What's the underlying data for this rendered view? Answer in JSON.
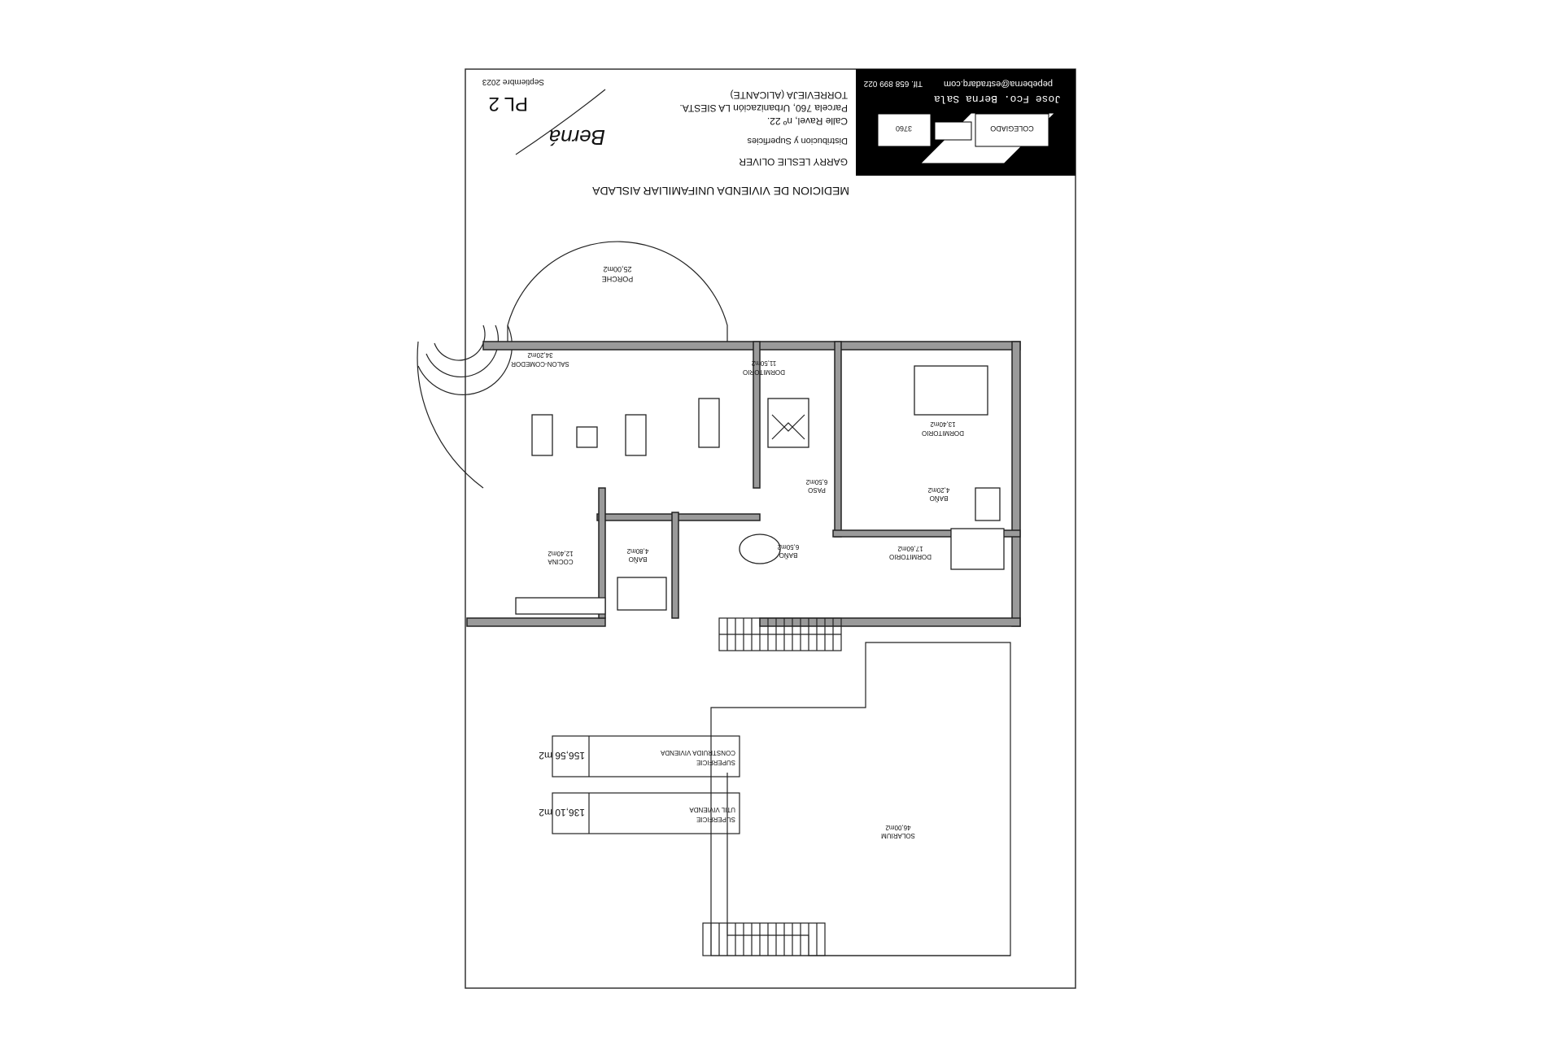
{
  "title_block": {
    "main_title": "MEDICION DE VIVIENDA UNIFAMILIAR AISLADA",
    "client": "GARRY LESLIE OLIVER",
    "subtitle": "Distribucion y Superficies",
    "address_line1": "Calle Ravel, nº 22.",
    "address_line2": "Parcela 760, Urbanización LA SIESTA.",
    "address_line3": "TORREVIEJA (ALICANTE)",
    "sheet": "PL 2",
    "date": "Septiembre 2023",
    "signature": "Berná"
  },
  "architect_box": {
    "name": "Jose Fco.  Berna  Sala",
    "email": "pepeberna@estradarq.com",
    "phone": "Tlf. 658 899 022",
    "colegiado_label": "COLEGIADO",
    "colegiado_number": "3760",
    "background": "#000000"
  },
  "rooms": [
    {
      "name": "PORCHE",
      "area": "25,00m2"
    },
    {
      "name": "SALON-COMEDOR",
      "area": "34,20m2"
    },
    {
      "name": "DORMITORIO",
      "area": "11,50m2"
    },
    {
      "name": "DORMITORIO",
      "area": "13,40m2"
    },
    {
      "name": "BAÑO",
      "area": "4,20m2"
    },
    {
      "name": "PASO",
      "area": "6,50m2"
    },
    {
      "name": "BAÑO",
      "area": "6,50m2"
    },
    {
      "name": "COCINA",
      "area": "12,40m2"
    },
    {
      "name": "BAÑO",
      "area": "4,80m2"
    },
    {
      "name": "DORMITORIO",
      "area": "17,60m2"
    },
    {
      "name": "SOLARIUM",
      "area": "46,00m2"
    }
  ],
  "surfaces": {
    "constructed": {
      "label1": "SUPERFICIE",
      "label2": "CONSTRUIDA VIVIENDA",
      "value": "156,56 m2"
    },
    "useful": {
      "label1": "SUPERFICIE",
      "label2": "UTIL VIVIENDA",
      "value": "136,10 m2"
    }
  },
  "orientation": "rotated 180 degrees"
}
